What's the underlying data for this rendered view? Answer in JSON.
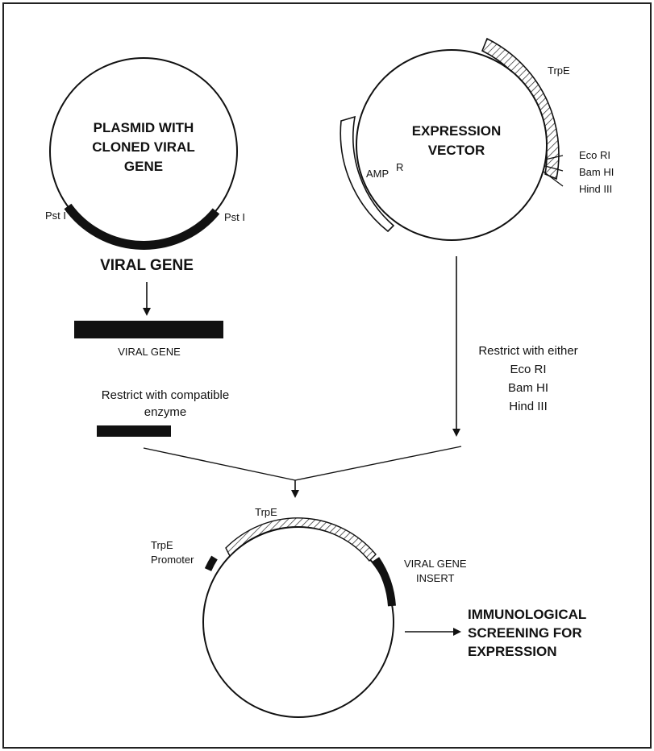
{
  "plasmid": {
    "title_lines": [
      "PLASMID WITH",
      "CLONED VIRAL",
      "GENE"
    ],
    "site_left": "Pst I",
    "site_right": "Pst I",
    "gene_label": "VIRAL GENE"
  },
  "fragment": {
    "label": "VIRAL GENE",
    "restrict_lines": [
      "Restrict with compatible",
      "enzyme"
    ]
  },
  "vector": {
    "title_lines": [
      "EXPRESSION",
      "VECTOR"
    ],
    "amp_label": "AMP",
    "amp_superscript": "R",
    "trpe_label": "TrpE",
    "sites": [
      "Eco RI",
      "Bam HI",
      "Hind III"
    ],
    "restrict_lines": [
      "Restrict with either",
      "Eco RI",
      "Bam HI",
      "Hind III"
    ]
  },
  "result": {
    "trpe_label": "TrpE",
    "promoter_lines": [
      "TrpE",
      "Promoter"
    ],
    "insert_lines": [
      "VIRAL GENE",
      "INSERT"
    ],
    "screening_lines": [
      "IMMUNOLOGICAL",
      "SCREENING FOR",
      "EXPRESSION"
    ]
  },
  "colors": {
    "ink": "#111111",
    "background": "#ffffff",
    "frame": "#222222"
  }
}
